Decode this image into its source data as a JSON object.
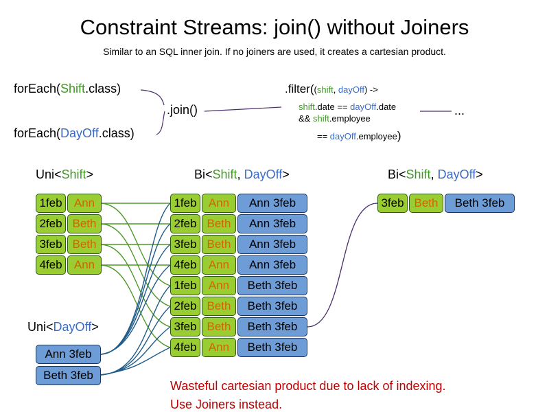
{
  "title": "Constraint Streams: join() without Joiners",
  "subtitle": "Similar to an SQL inner join. If no joiners are used, it creates a cartesian product.",
  "colors": {
    "green_box": "#9acd32",
    "blue_box": "#6d9cd6",
    "green_text": "#3f9a22",
    "blue_text": "#3b6bc7",
    "orange_text": "#cc6600",
    "red_note": "#c00000",
    "purple_line": "#4a2d6b",
    "green_line": "#4e9a28",
    "blue_line": "#1f5c8a"
  },
  "code": {
    "foreach_shift": {
      "p1": "forEach(",
      "p2": "Shift",
      "p3": ".class)"
    },
    "foreach_dayoff": {
      "p1": "forEach(",
      "p2": "DayOff",
      "p3": ".class)"
    },
    "join": ".join()",
    "ellipsis": "...",
    "filter": {
      "l1p1": ".filter(",
      "l1p2": "(",
      "l1p3": "shift",
      "l1p4": ", ",
      "l1p5": "dayOff",
      "l1p6": ") ->",
      "l2p1": "shift",
      "l2p2": ".date == ",
      "l2p3": "dayOff",
      "l2p4": ".date",
      "l3p1": "&& ",
      "l3p2": "shift",
      "l3p3": ".employee",
      "l4p1": "== ",
      "l4p2": "dayOff",
      "l4p3": ".employee",
      "l4p4": ")"
    }
  },
  "labels": {
    "uni_shift": {
      "p1": "Uni<",
      "p2": "Shift",
      "p3": ">"
    },
    "bi_mid": {
      "p1": "Bi<",
      "p2": "Shift",
      "p3": ", ",
      "p4": "DayOff",
      "p5": ">"
    },
    "bi_right": {
      "p1": "Bi<",
      "p2": "Shift",
      "p3": ", ",
      "p4": "DayOff",
      "p5": ">"
    },
    "uni_dayoff": {
      "p1": "Uni<",
      "p2": "DayOff",
      "p3": ">"
    }
  },
  "tables": {
    "uni_shift": {
      "rows": [
        {
          "date": "1feb",
          "name": "Ann"
        },
        {
          "date": "2feb",
          "name": "Beth"
        },
        {
          "date": "3feb",
          "name": "Beth"
        },
        {
          "date": "4feb",
          "name": "Ann"
        }
      ]
    },
    "bi_mid": {
      "rows": [
        {
          "date": "1feb",
          "name": "Ann",
          "pair": "Ann 3feb"
        },
        {
          "date": "2feb",
          "name": "Beth",
          "pair": "Ann 3feb"
        },
        {
          "date": "3feb",
          "name": "Beth",
          "pair": "Ann 3feb"
        },
        {
          "date": "4feb",
          "name": "Ann",
          "pair": "Ann 3feb"
        },
        {
          "date": "1feb",
          "name": "Ann",
          "pair": "Beth 3feb"
        },
        {
          "date": "2feb",
          "name": "Beth",
          "pair": "Beth 3feb"
        },
        {
          "date": "3feb",
          "name": "Beth",
          "pair": "Beth 3feb"
        },
        {
          "date": "4feb",
          "name": "Ann",
          "pair": "Beth 3feb"
        }
      ]
    },
    "bi_right": {
      "rows": [
        {
          "date": "3feb",
          "name": "Beth",
          "pair": "Beth 3feb"
        }
      ]
    },
    "uni_dayoff": {
      "rows": [
        {
          "pair": "Ann 3feb"
        },
        {
          "pair": "Beth 3feb"
        }
      ]
    }
  },
  "note": {
    "line1": "Wasteful cartesian product due to lack of indexing.",
    "line2": "Use Joiners instead."
  }
}
